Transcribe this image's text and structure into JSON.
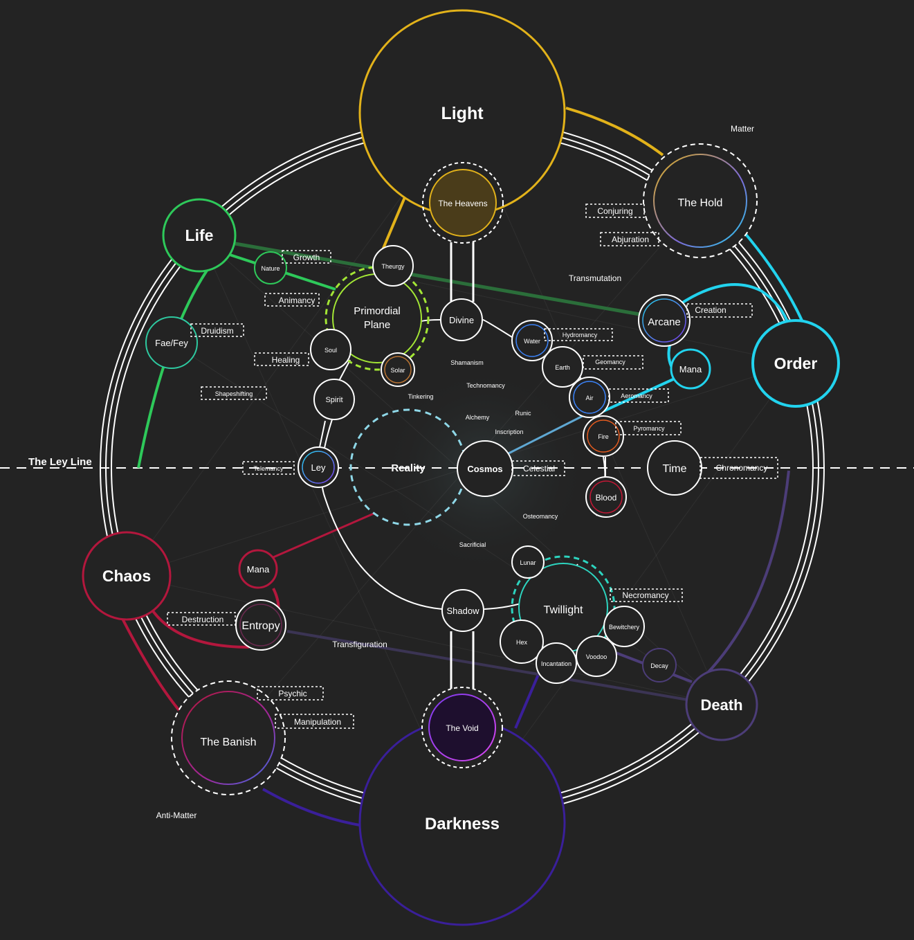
{
  "colors": {
    "background": "#232323",
    "light": "#e2b21a",
    "life": "#2ec95a",
    "order": "#22d3ee",
    "chaos": "#b3173d",
    "death": "#4c3d78",
    "darkness": "#3a1f9a",
    "line": "#ffffff",
    "primordial": "#a3e635",
    "reality": "#8fd8e8",
    "twilight": "#2dd4bf",
    "heavens_fill": "#4a3c1a",
    "void_fill": "#1e0f2e"
  },
  "ley_line": {
    "label": "The Ley Line"
  },
  "nodes": {
    "light": "Light",
    "life": "Life",
    "order": "Order",
    "chaos": "Chaos",
    "death": "Death",
    "darkness": "Darkness",
    "heavens": "The Heavens",
    "hold": "The Hold",
    "void": "The Void",
    "banish": "The Banish",
    "primordial_1": "Primordial",
    "primordial_2": "Plane",
    "reality": "Reality",
    "cosmos": "Cosmos",
    "divine": "Divine",
    "shadow": "Shadow",
    "theurgy": "Theurgy",
    "nature": "Nature",
    "fae": "Fae/Fey",
    "soul": "Soul",
    "solar": "Solar",
    "spirit": "Spirit",
    "ley": "Ley",
    "arcane": "Arcane",
    "mana_order": "Mana",
    "water": "Water",
    "earth": "Earth",
    "air": "Air",
    "fire": "Fire",
    "blood": "Blood",
    "time": "Time",
    "lunar": "Lunar",
    "twilight": "Twillight",
    "bewitchery": "Bewitchery",
    "hex": "Hex",
    "incantation": "Incantation",
    "voodoo": "Voodoo",
    "decay": "Decay",
    "mana_chaos": "Mana",
    "entropy": "Entropy"
  },
  "dashed_labels": {
    "growth": "Growth",
    "animancy": "Animancy",
    "druidism": "Druidism",
    "healing": "Healing",
    "shapeshifting": "Shapeshifting",
    "telemancy": "Telemancy",
    "conjuring": "Conjuring",
    "abjuration": "Abjuration",
    "creation": "Creation",
    "hydromancy": "Hydromancy",
    "geomancy": "Geomancy",
    "aeromancy": "Aeromancy",
    "pyromancy": "Pyromancy",
    "celestial": "Celestial",
    "chronomancy": "Chronomancy",
    "necromancy": "Necromancy",
    "destruction": "Destruction",
    "psychic": "Psychic",
    "manipulation": "Manipulation"
  },
  "plain_labels": {
    "matter": "Matter",
    "transmutation": "Transmutation",
    "shamanism": "Shamanism",
    "technomancy": "Technomancy",
    "tinkering": "Tinkering",
    "alchemy": "Alchemy",
    "runic": "Runic",
    "inscription": "Inscription",
    "osteomancy": "Osteomancy",
    "sacrificial": "Sacrificial",
    "transfiguration": "Transfiguration",
    "anti_matter": "Anti-Matter"
  }
}
